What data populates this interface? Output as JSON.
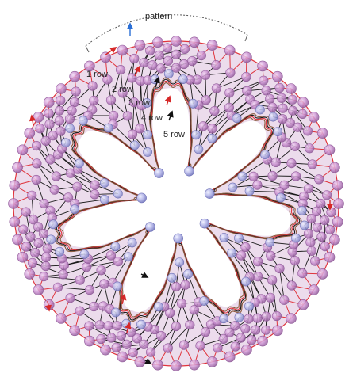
{
  "diagram": {
    "pattern_label": "pattern",
    "row_labels": [
      "1 row",
      "2 row",
      "3 row",
      "4 row",
      "5 row"
    ],
    "points": 7,
    "outer_beads": 56,
    "colors": {
      "outer_thread": "#e0343c",
      "inner_thread": "#1a1a1a",
      "ring_thread": "#8a5a3c",
      "bead_pink": "#c98fcf",
      "bead_blue": "#b6b8e8",
      "fill": "#ecdcec",
      "arrow_red": "#d62828",
      "arrow_black": "#111111",
      "arrow_blue": "#2a6fd6"
    }
  }
}
